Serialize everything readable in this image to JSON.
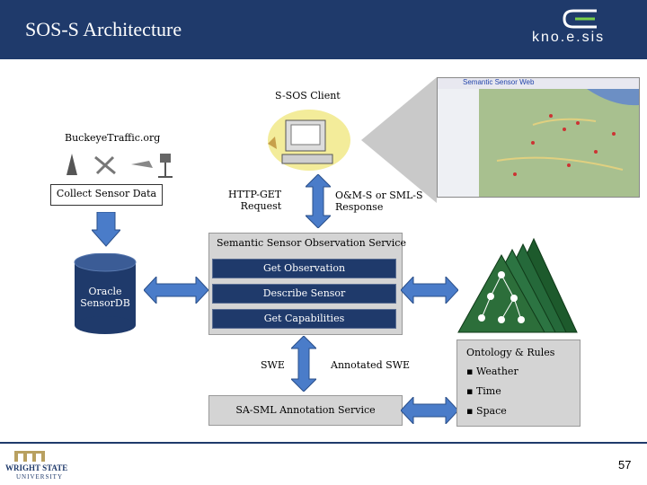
{
  "header": {
    "title": "SOS-S Architecture",
    "logo_text": "kno.e.sis"
  },
  "client": {
    "label": "S-SOS Client"
  },
  "buckeye": {
    "label": "BuckeyeTraffic.org",
    "collect_label": "Collect Sensor Data"
  },
  "requests": {
    "http_get": "HTTP-GET\nRequest",
    "response": "O&M-S or SML-S\nResponse"
  },
  "service": {
    "title": "Semantic Sensor Observation Service",
    "buttons": [
      "Get Observation",
      "Describe Sensor",
      "Get Capabilities"
    ]
  },
  "database": {
    "label": "Oracle\nSensorDB"
  },
  "swe": {
    "left": "SWE",
    "right": "Annotated SWE"
  },
  "annotation": {
    "label": "SA-SML Annotation Service"
  },
  "ontology": {
    "title": "Ontology & Rules",
    "items": [
      "Weather",
      "Time",
      "Space"
    ]
  },
  "map": {
    "title": "Semantic Sensor Web"
  },
  "footer": {
    "page_number": "57",
    "university": "WRIGHT STATE",
    "university_sub": "UNIVERSITY"
  },
  "colors": {
    "navy": "#1f3a6b",
    "arrow_blue": "#4a7cc9",
    "gray": "#d4d4d4",
    "tree_green": "#2c6e3a"
  }
}
